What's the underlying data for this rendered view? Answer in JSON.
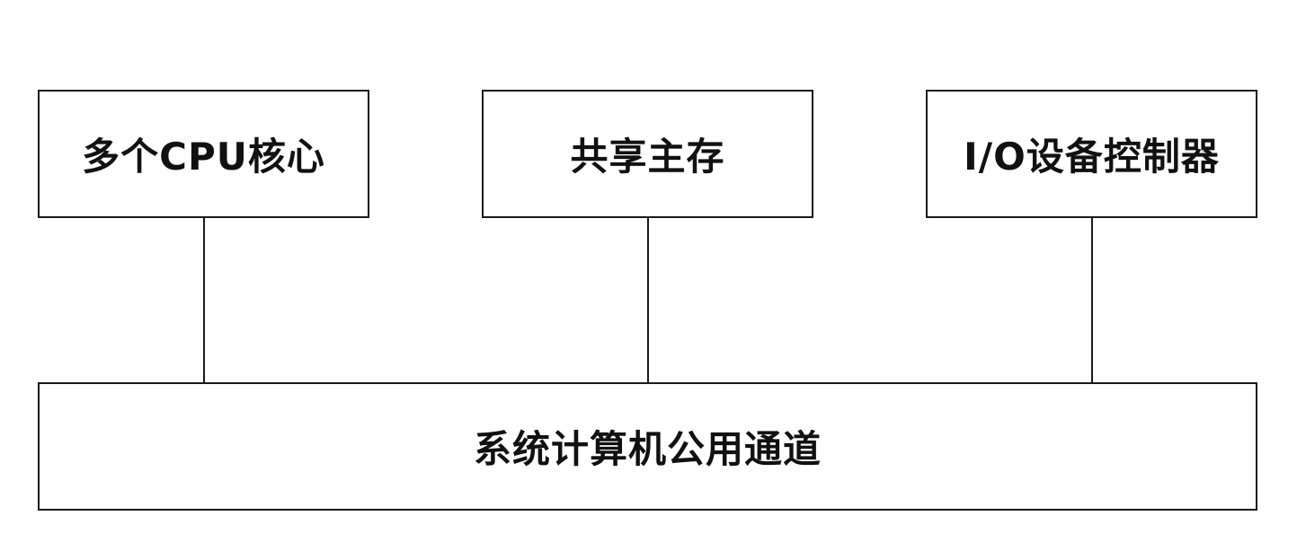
{
  "components": {
    "cpu": {
      "label": "多个CPU核心"
    },
    "memory": {
      "label": "共享主存"
    },
    "io": {
      "label": "I/O设备控制器"
    }
  },
  "bus": {
    "label": "系统计算机公用通道"
  },
  "colors": {
    "stroke": "#1a1a1a",
    "text": "#111111",
    "background": "#ffffff"
  }
}
